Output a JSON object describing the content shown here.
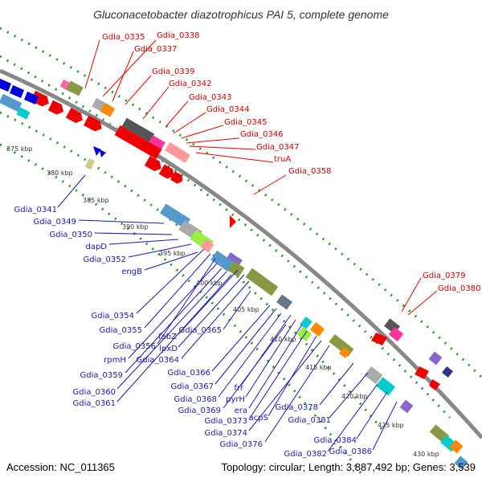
{
  "title": "Gluconacetobacter diazotrophicus PAI 5, complete genome",
  "footer": {
    "accession": "Accession: NC_011365",
    "summary": "Topology: circular; Length: 3,887,492 bp; Genes: 3,539"
  },
  "kbp_ticks": [
    "375 kbp",
    "380 kbp",
    "385 kbp",
    "390 kbp",
    "395 kbp",
    "400 kbp",
    "405 kbp",
    "410 kbp",
    "415 kbp",
    "420 kbp",
    "425 kbp",
    "430 kbp"
  ],
  "red_labels": [
    "Gdia_0335",
    "Gdia_0338",
    "Gdia_0337",
    "Gdia_0339",
    "Gdia_0342",
    "Gdia_0343",
    "Gdia_0344",
    "Gdia_0345",
    "Gdia_0346",
    "Gdia_0347",
    "truA",
    "Gdia_0358",
    "Gdia_0379",
    "Gdia_0380"
  ],
  "blue_labels": [
    "Gdia_0341",
    "Gdia_0349",
    "Gdia_0350",
    "dapD",
    "Gdia_0352",
    "engB",
    "Gdia_0354",
    "Gdia_0355",
    "Gdia_0356",
    "rpmH",
    "Gdia_0359",
    "Gdia_0360",
    "Gdia_0361",
    "fabZ",
    "lpxD",
    "Gdia_0364",
    "Gdia_0365",
    "Gdia_0366",
    "Gdia_0367",
    "Gdia_0368",
    "frr",
    "pyrH",
    "Gdia_0369",
    "era",
    "Gdia_0373",
    "acpS",
    "Gdia_0374",
    "Gdia_0376",
    "Gdia_0378",
    "Gdia_0381",
    "Gdia_0384",
    "Gdia_0382",
    "Gdia_0386"
  ],
  "colors": {
    "backbone": "#888888",
    "dots": "#229922",
    "forward_cds": "#0000dd",
    "reverse_cds": "#ee0000",
    "red_label": "#cc0000",
    "blue_label": "#1a1aaa",
    "feature_palette": [
      "#5599cc",
      "#667788",
      "#889944",
      "#99ee44",
      "#ff8800",
      "#00cccc",
      "#8866cc",
      "#ff3399",
      "#ff9999",
      "#555555",
      "#aaaaaa",
      "#cccc88"
    ]
  }
}
